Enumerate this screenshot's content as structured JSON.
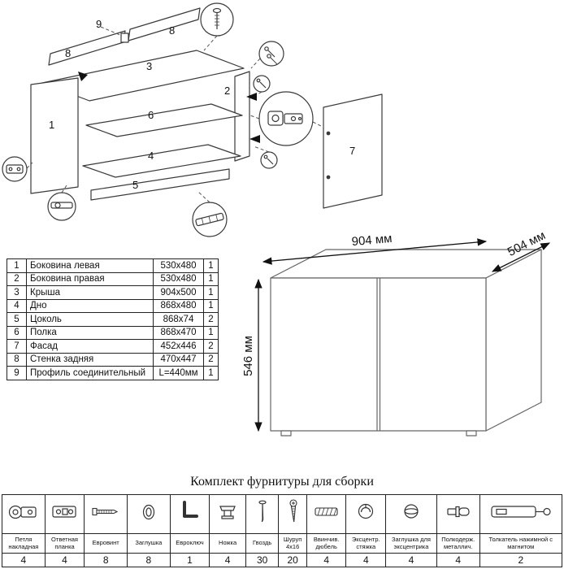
{
  "exploded": {
    "p1": "1",
    "p2": "2",
    "p3": "3",
    "p4": "4",
    "p5": "5",
    "p6": "6",
    "p7": "7",
    "p8a": "8",
    "p8b": "8",
    "p9": "9"
  },
  "parts": {
    "rows": [
      {
        "num": "1",
        "name": "Боковина левая",
        "size": "530x480",
        "qty": "1"
      },
      {
        "num": "2",
        "name": "Боковина правая",
        "size": "530x480",
        "qty": "1"
      },
      {
        "num": "3",
        "name": "Крыша",
        "size": "904x500",
        "qty": "1"
      },
      {
        "num": "4",
        "name": "Дно",
        "size": "868x480",
        "qty": "1"
      },
      {
        "num": "5",
        "name": "Цоколь",
        "size": "868x74",
        "qty": "2"
      },
      {
        "num": "6",
        "name": "Полка",
        "size": "868x470",
        "qty": "1"
      },
      {
        "num": "7",
        "name": "Фасад",
        "size": "452x446",
        "qty": "2"
      },
      {
        "num": "8",
        "name": "Стенка задняя",
        "size": "470x447",
        "qty": "2"
      },
      {
        "num": "9",
        "name": "Профиль соединительный",
        "size": "L=440мм",
        "qty": "1"
      }
    ]
  },
  "dims": {
    "width": "904 мм",
    "depth": "504 мм",
    "height": "546 мм"
  },
  "hardware": {
    "title": "Комплект фурнитуры для сборки",
    "items": [
      {
        "name": "Петля накладная",
        "qty": "4"
      },
      {
        "name": "Ответная планка",
        "qty": "4"
      },
      {
        "name": "Евровинт",
        "qty": "8"
      },
      {
        "name": "Заглушка",
        "qty": "8"
      },
      {
        "name": "Евроключ",
        "qty": "1"
      },
      {
        "name": "Ножка",
        "qty": "4"
      },
      {
        "name": "Гвоздь",
        "qty": "30"
      },
      {
        "name": "Шуруп 4x16",
        "qty": "20"
      },
      {
        "name": "Ввинчив. дюбель",
        "qty": "4"
      },
      {
        "name": "Эксцентр. стяжка",
        "qty": "4"
      },
      {
        "name": "Заглушка для эксцентрика",
        "qty": "4"
      },
      {
        "name": "Полкодерж. металлич.",
        "qty": "4"
      },
      {
        "name": "Толкатель нажимной с магнитом",
        "qty": "2"
      }
    ]
  }
}
